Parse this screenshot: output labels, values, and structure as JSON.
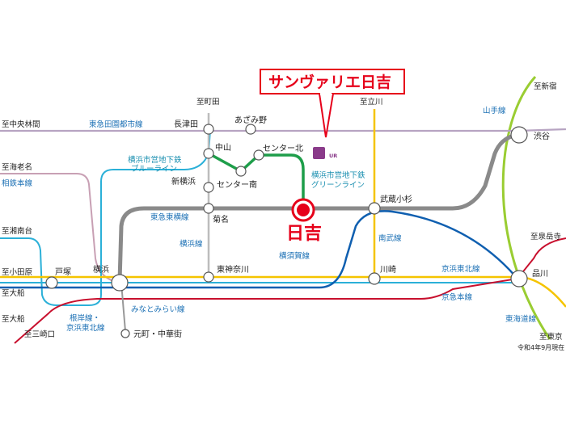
{
  "map": {
    "callout": "サンヴァリエ日吉",
    "highlight_station": "日吉",
    "note": "令和4年9月現在",
    "logo_text": "UR"
  },
  "destinations": {
    "machida": "至町田",
    "tachikawa": "至立川",
    "shinjuku": "至新宿",
    "chuo_rinkan": "至中央林間",
    "ebina": "至海老名",
    "shonandai": "至湘南台",
    "odawara": "至小田原",
    "ofuna1": "至大船",
    "ofuna2": "至大船",
    "misakiguchi": "至三崎口",
    "senzokuike": "至泉岳寺",
    "tokyo": "至東京"
  },
  "stations": {
    "nagatsuta": "長津田",
    "azamino": "あざみ野",
    "nakayama": "中山",
    "center_kita": "センター北",
    "center_minami": "センター南",
    "shin_yokohama": "新横浜",
    "kikuna": "菊名",
    "musashi_kosugi": "武蔵小杉",
    "shibuya": "渋谷",
    "totsuka": "戸塚",
    "yokohama": "横浜",
    "higashi_kanagawa": "東神奈川",
    "kawasaki": "川崎",
    "shinagawa": "品川",
    "motomachi": "元町・中華街"
  },
  "lines": {
    "denentoshi": "東急田園都市線",
    "blue_line_1": "横浜市営地下鉄",
    "blue_line_2": "ブルーライン",
    "green_line_1": "横浜市営地下鉄",
    "green_line_2": "グリーンライン",
    "sotetsu": "相鉄本線",
    "toyoko": "東急東横線",
    "yokohama_line": "横浜線",
    "yokosuka": "横須賀線",
    "nambu": "南武線",
    "keihin_tohoku": "京浜東北線",
    "keikyu": "京急本線",
    "tokaido": "東海道線",
    "yamanote": "山手線",
    "minatomirai": "みなとみらい線",
    "negishi_1": "根岸線・",
    "negishi_2": "京浜東北線"
  },
  "colors": {
    "accent_red": "#e6001a",
    "toyoko_gray": "#8a8a8a",
    "green_line": "#1e9e4a",
    "blue_line": "#2bb0d8",
    "yokosuka_blue": "#0f5fb0",
    "yellow_line": "#f5c400",
    "yamanote_green": "#9acd32",
    "keikyu_red": "#c8102e",
    "sotetsu_mauve": "#c8a0b4"
  }
}
